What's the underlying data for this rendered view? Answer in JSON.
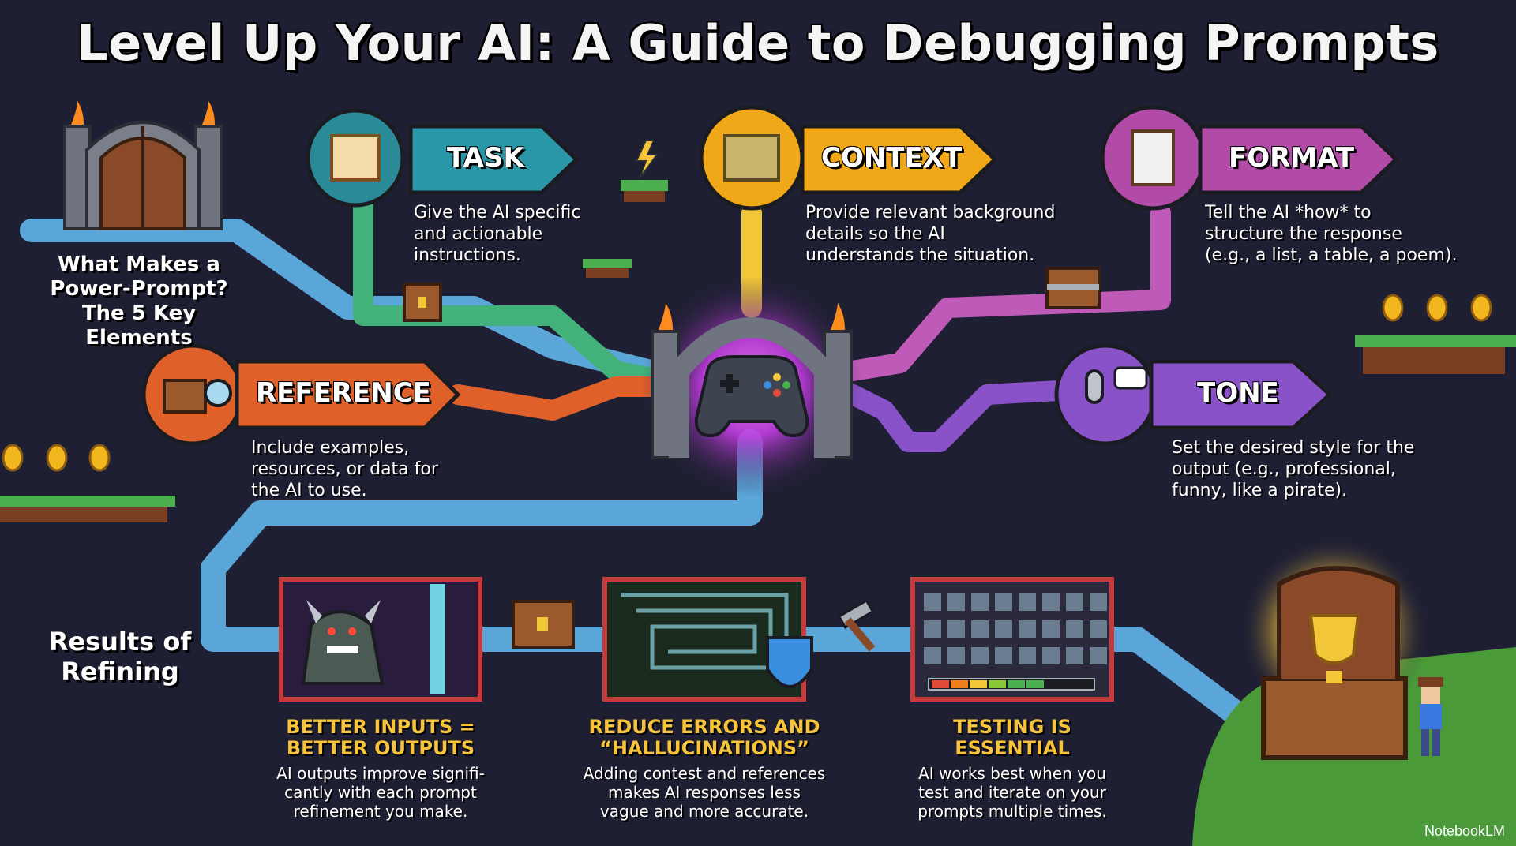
{
  "title": "Level Up Your AI: A Guide to Debugging Prompts",
  "intro_label": "What Makes a\nPower-Prompt?\nThe 5 Key Elements",
  "results_label": "Results of\nRefining",
  "elements": [
    {
      "label": "TASK",
      "desc": "Give the AI specific\nand actionable\ninstructions.",
      "icon": "scroll-icon",
      "color": "#2a97a8"
    },
    {
      "label": "CONTEXT",
      "desc": "Provide relevant background\ndetails so the AI\nunderstands the situation.",
      "icon": "map-icon",
      "color": "#f0a818"
    },
    {
      "label": "FORMAT",
      "desc": "Tell the AI *how* to\nstructure the response\n(e.g., a list, a table, a poem).",
      "icon": "clipboard-icon",
      "color": "#b24aa8"
    },
    {
      "label": "REFERENCE",
      "desc": "Include examples,\nresources, or data for\nthe AI to use.",
      "icon": "magnifier-chest-icon",
      "color": "#e0602a"
    },
    {
      "label": "TONE",
      "desc": "Set the desired style for the\noutput (e.g., professional,\nfunny, like a pirate).",
      "icon": "microphone-icon",
      "color": "#8a52c8"
    }
  ],
  "results": [
    {
      "title": "BETTER INPUTS =\nBETTER OUTPUTS",
      "desc": "AI outputs improve signifi-\ncantly with each prompt\nrefinement you make."
    },
    {
      "title": "REDUCE ERRORS AND\n“HALLUCINATIONS”",
      "desc": "Adding contest and references\nmakes AI responses less\nvague and more accurate."
    },
    {
      "title": "TESTING IS\nESSENTIAL",
      "desc": "AI works best when you\ntest and iterate on your\nprompts multiple times."
    }
  ],
  "brand": "NotebookLM",
  "icons": [
    "castle-door-icon",
    "gamepad-portal-icon",
    "treasure-chest-icon",
    "coin-icon",
    "monster-icon",
    "maze-shield-icon",
    "test-grid-icon",
    "trophy-chest-icon",
    "hammer-icon",
    "lightning-icon",
    "hero-icon"
  ]
}
